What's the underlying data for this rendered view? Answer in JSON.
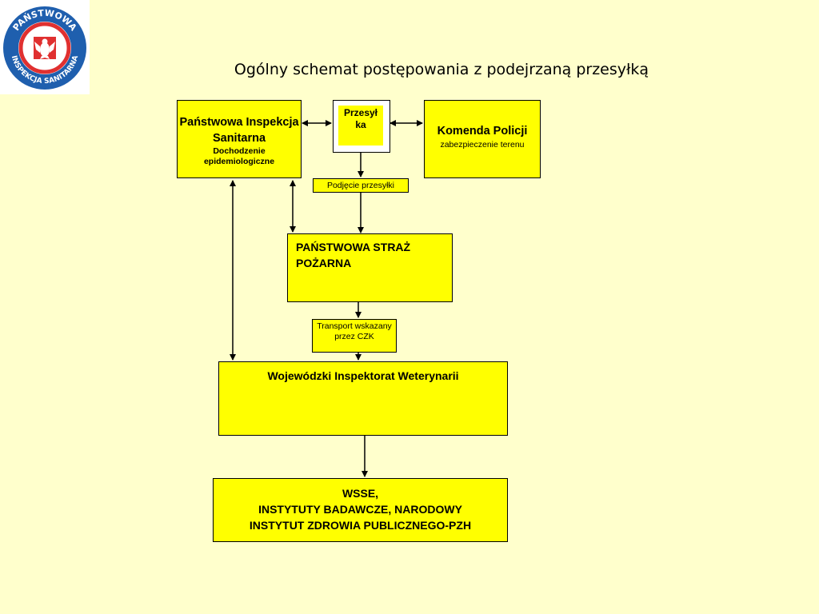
{
  "title": "Ogólny schemat postępowania z podejrzaną przesyłką",
  "logo": {
    "text_top": "PAŃSTWOWA",
    "text_bottom": "INSPEKCJA SANITARNA",
    "icon": "polish-eagle-emblem"
  },
  "nodes": {
    "pis": {
      "title": "Państwowa Inspekcja Sanitarna",
      "subtitle": "Dochodzenie epidemiologiczne"
    },
    "package": {
      "label": "Przesyłka",
      "line1": "Przesył",
      "line2": "ka"
    },
    "policja": {
      "title": "Komenda Policji",
      "subtitle": "zabezpieczenie terenu"
    },
    "pickup": {
      "label": "Podjęcie przesyłki"
    },
    "psp": {
      "label": "PAŃSTWOWA STRAŻ POŻARNA"
    },
    "transport": {
      "label": "Transport wskazany przez CZK"
    },
    "wiw": {
      "label": "Wojewódzki Inspektorat Weterynarii"
    },
    "wsse": {
      "line1": "WSSE,",
      "line2": "INSTYTUTY BADAWCZE, NARODOWY",
      "line3": "INSTYTUT ZDROWIA PUBLICZNEGO-PZH"
    }
  },
  "colors": {
    "background": "#ffffcc",
    "box_fill": "#ffff00",
    "stroke": "#000000",
    "logo_ring": "#1f5fae",
    "logo_red": "#e03030"
  }
}
